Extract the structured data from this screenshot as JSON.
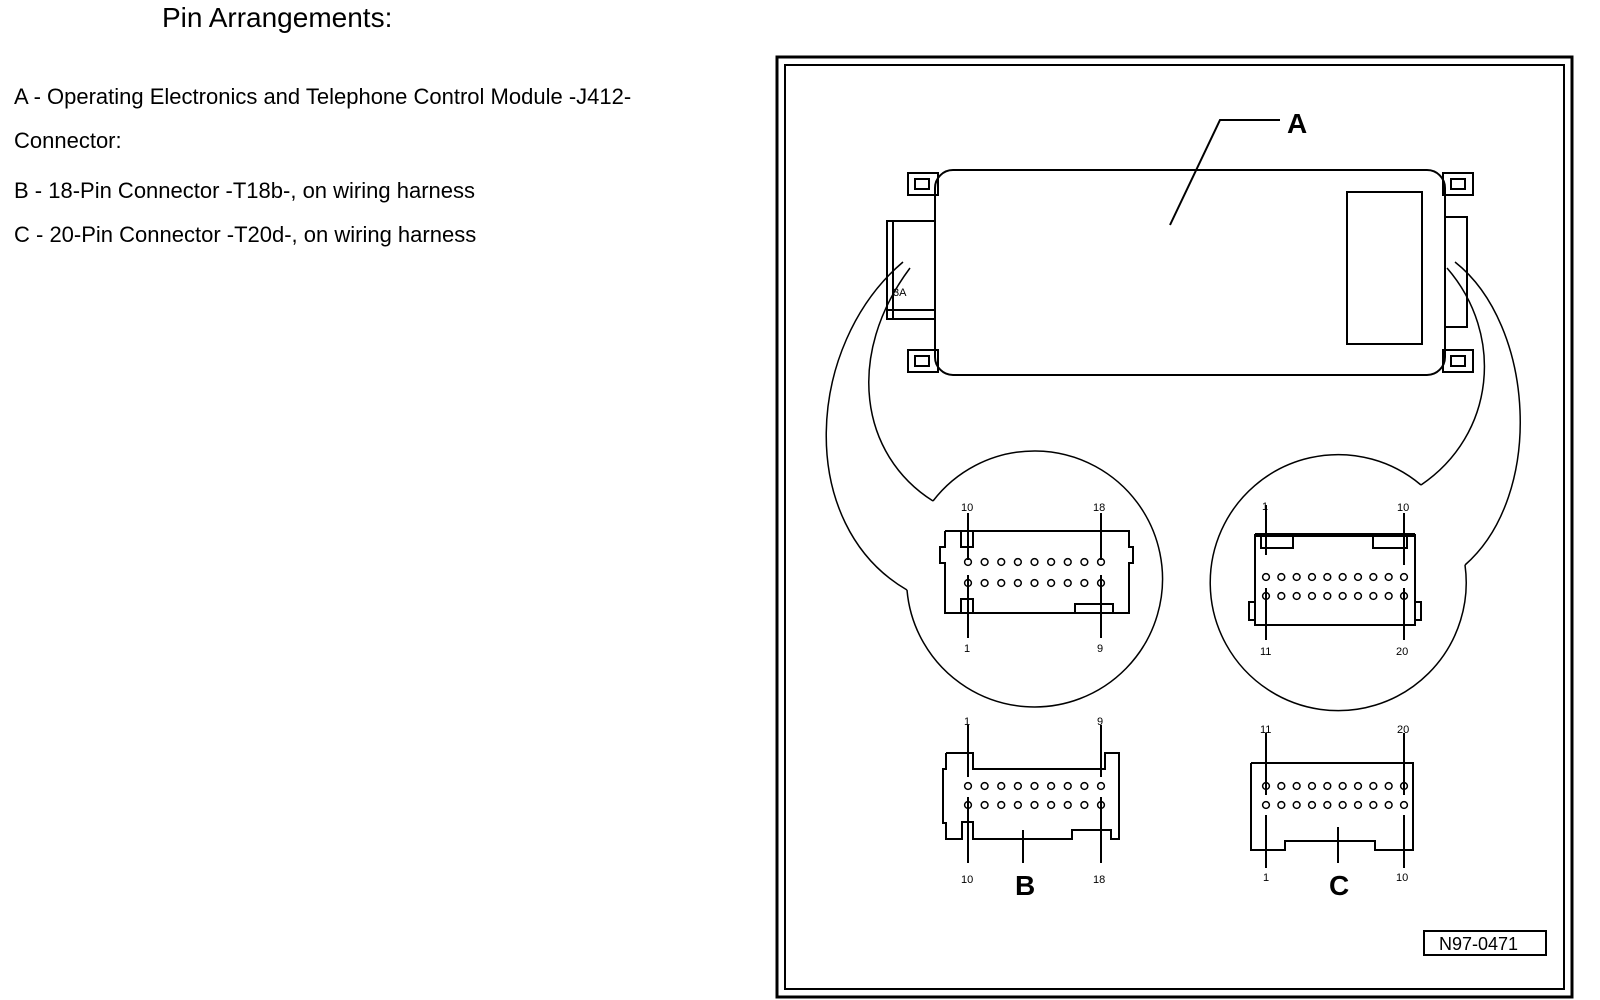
{
  "title": "Pin Arrangements:",
  "legend": [
    "A - Operating Electronics and Telephone Control Module -J412-",
    "Connector:",
    "B - 18-Pin Connector -T18b-, on wiring harness",
    "C - 20-Pin Connector -T20d-, on wiring harness"
  ],
  "figure": {
    "label_a": "A",
    "label_b": "B",
    "label_c": "C",
    "module_tag": "3A",
    "figure_id": "N97-0471",
    "connector_b_zoom": {
      "top_left": "10",
      "top_right": "18",
      "bottom_left": "1",
      "bottom_right": "9"
    },
    "connector_c_zoom": {
      "top_left": "1",
      "top_right": "10",
      "bottom_left": "11",
      "bottom_right": "20"
    },
    "connector_b": {
      "top_left": "1",
      "top_right": "9",
      "bottom_left": "10",
      "bottom_right": "18"
    },
    "connector_c": {
      "top_left": "11",
      "top_right": "20",
      "bottom_left": "1",
      "bottom_right": "10"
    }
  }
}
